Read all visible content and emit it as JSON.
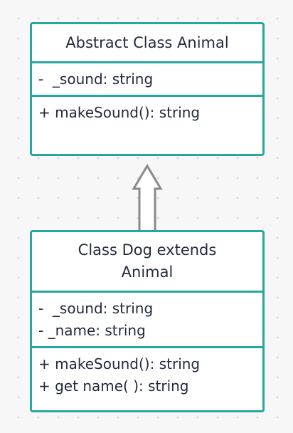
{
  "colors": {
    "border": "#2aa6a0",
    "text": "#232a3d",
    "arrow": "#8a8a8a",
    "background": "#f7f7f8"
  },
  "classes": {
    "animal": {
      "title": "Abstract Class Animal",
      "attributes": [
        "-  _sound: string"
      ],
      "methods": [
        "+ makeSound(): string"
      ]
    },
    "dog": {
      "title_lines": [
        "Class Dog extends",
        "Animal"
      ],
      "attributes": [
        "-  _sound: string",
        "- _name: string"
      ],
      "methods": [
        "+ makeSound(): string",
        "+ get name( ): string"
      ]
    }
  },
  "relationships": [
    {
      "type": "inheritance",
      "from": "dog",
      "to": "animal"
    }
  ]
}
